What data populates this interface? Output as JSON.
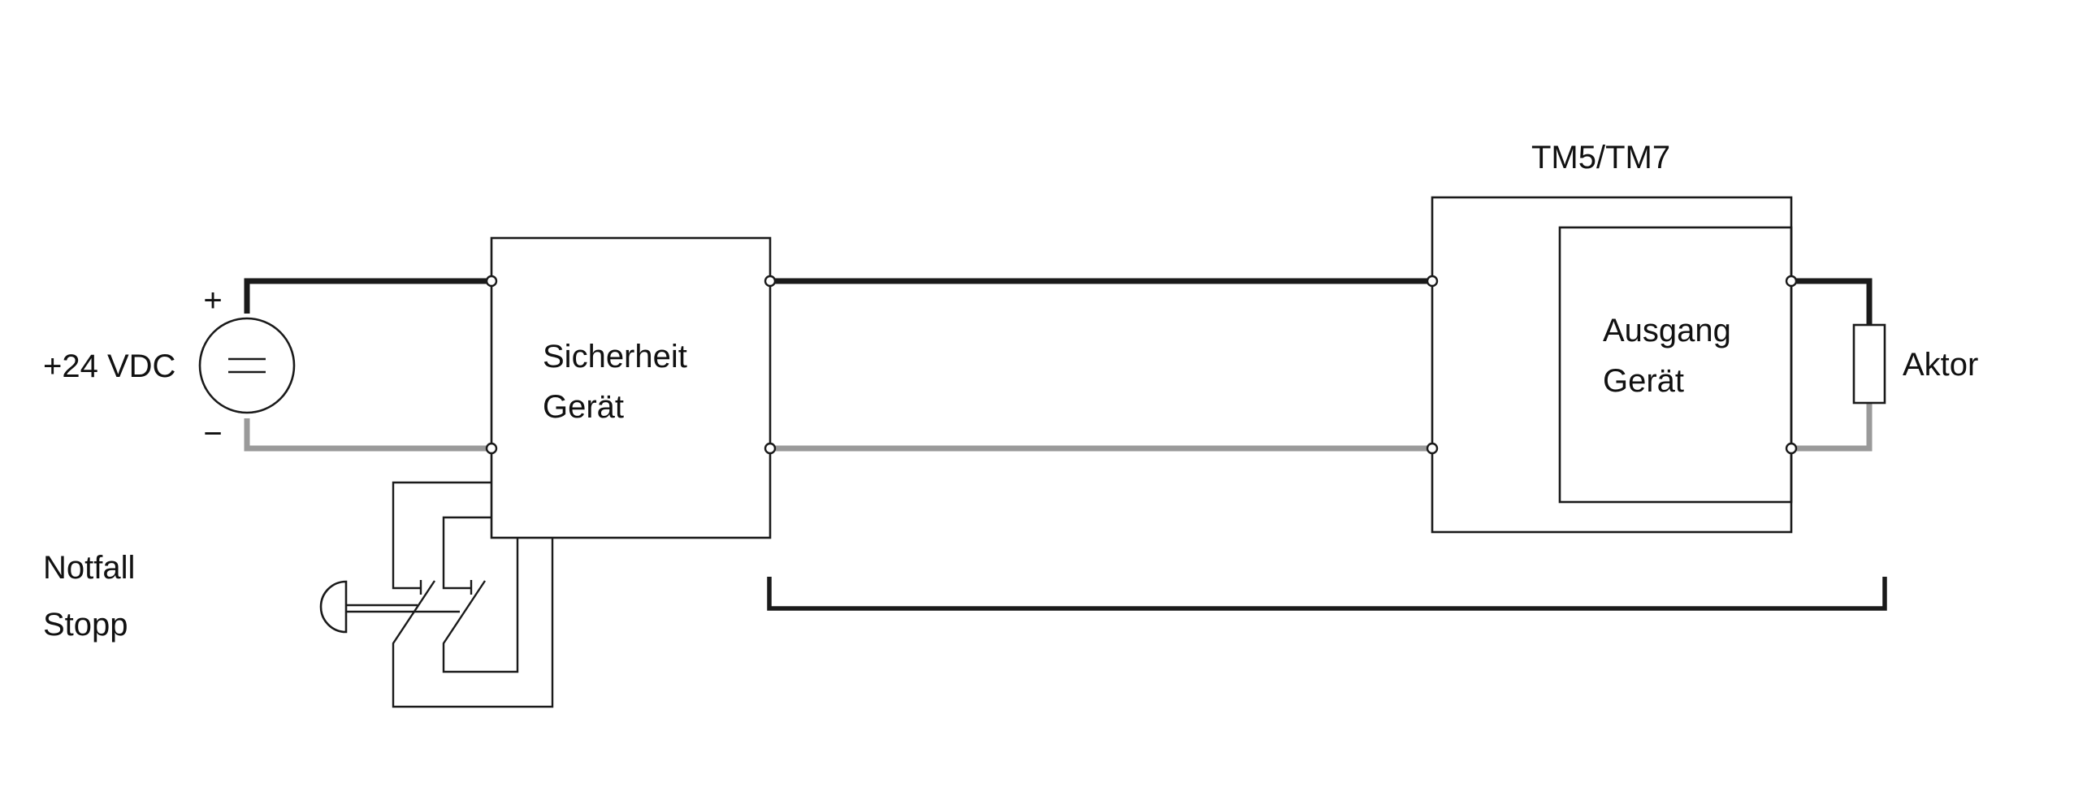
{
  "supply": {
    "label": "+24 VDC",
    "plus": "+",
    "minus": "−"
  },
  "safety_device": {
    "line1": "Sicherheit",
    "line2": "Gerät"
  },
  "module": {
    "title": "TM5/TM7",
    "output_line1": "Ausgang",
    "output_line2": "Gerät"
  },
  "actuator": {
    "label": "Aktor"
  },
  "emergency_stop": {
    "line1": "Notfall",
    "line2": "Stopp"
  },
  "colors": {
    "positive_wire": "#1a1a1a",
    "negative_wire": "#9a9a9a"
  },
  "icons": {
    "dc_source": "dc-voltage-source-icon",
    "estop_button": "mushroom-pushbutton-icon",
    "nc_contact": "normally-closed-contact-icon",
    "actuator": "resistor-load-icon"
  }
}
